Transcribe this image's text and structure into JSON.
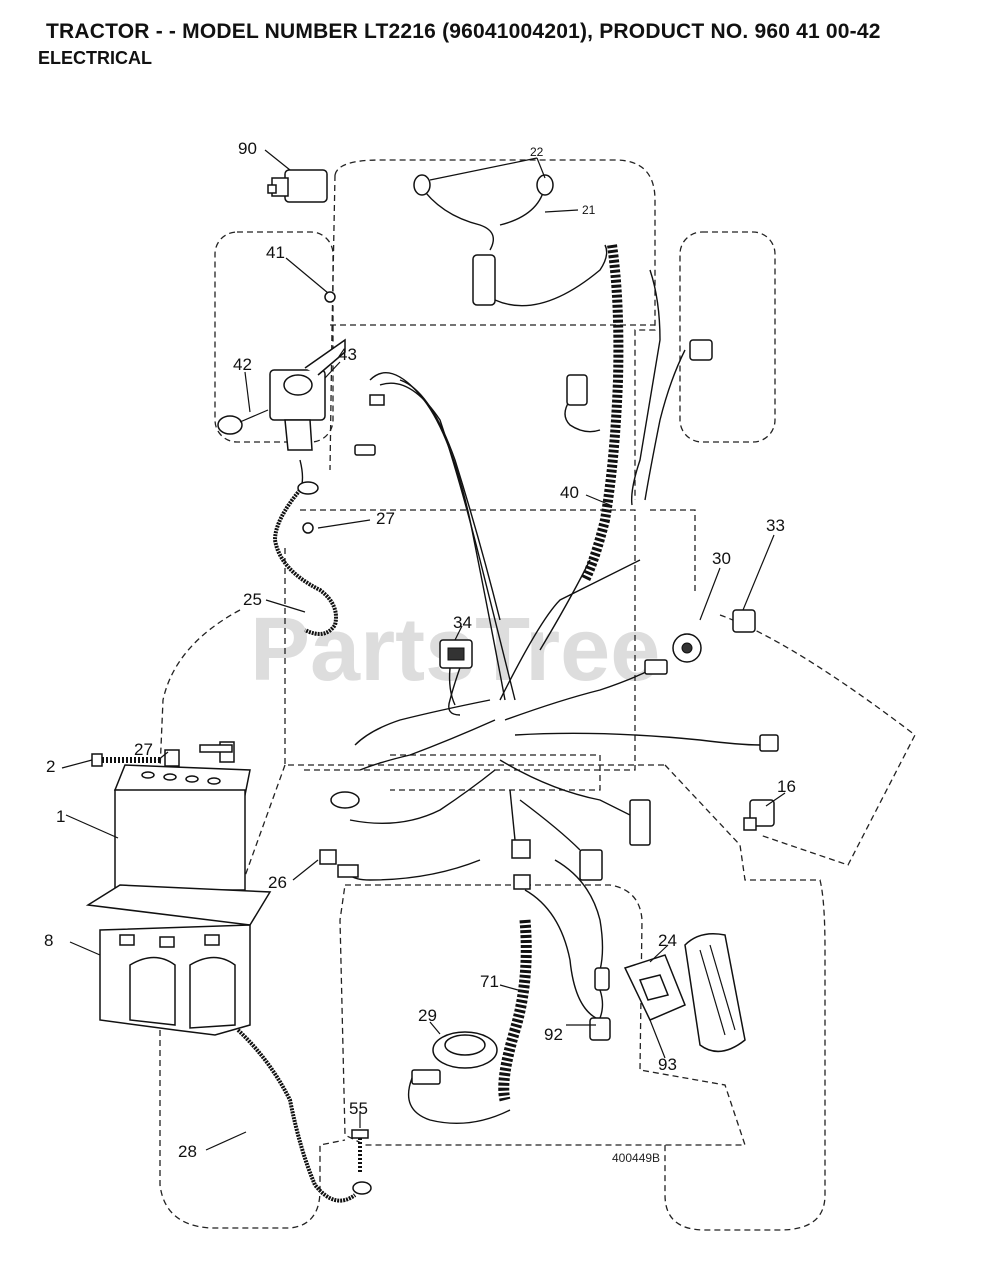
{
  "header": {
    "title": "TRACTOR - - MODEL NUMBER LT2216 (96041004201), PRODUCT NO. 960 41 00-42",
    "subtitle": "ELECTRICAL"
  },
  "watermark": "PartsTree",
  "drawing_ref": "400449B",
  "callouts": {
    "c90": "90",
    "c22": "22",
    "c21": "21",
    "c41": "41",
    "c43": "43",
    "c42": "42",
    "c40": "40",
    "c27a": "27",
    "c30": "30",
    "c33": "33",
    "c25": "25",
    "c34": "34",
    "c2": "2",
    "c27b": "27",
    "c1": "1",
    "c16": "16",
    "c26": "26",
    "c8": "8",
    "c24": "24",
    "c71": "71",
    "c29": "29",
    "c92": "92",
    "c93": "93",
    "c55": "55",
    "c28": "28"
  },
  "colors": {
    "line": "#111111",
    "background": "#ffffff",
    "watermark": "#d8d8d8"
  }
}
